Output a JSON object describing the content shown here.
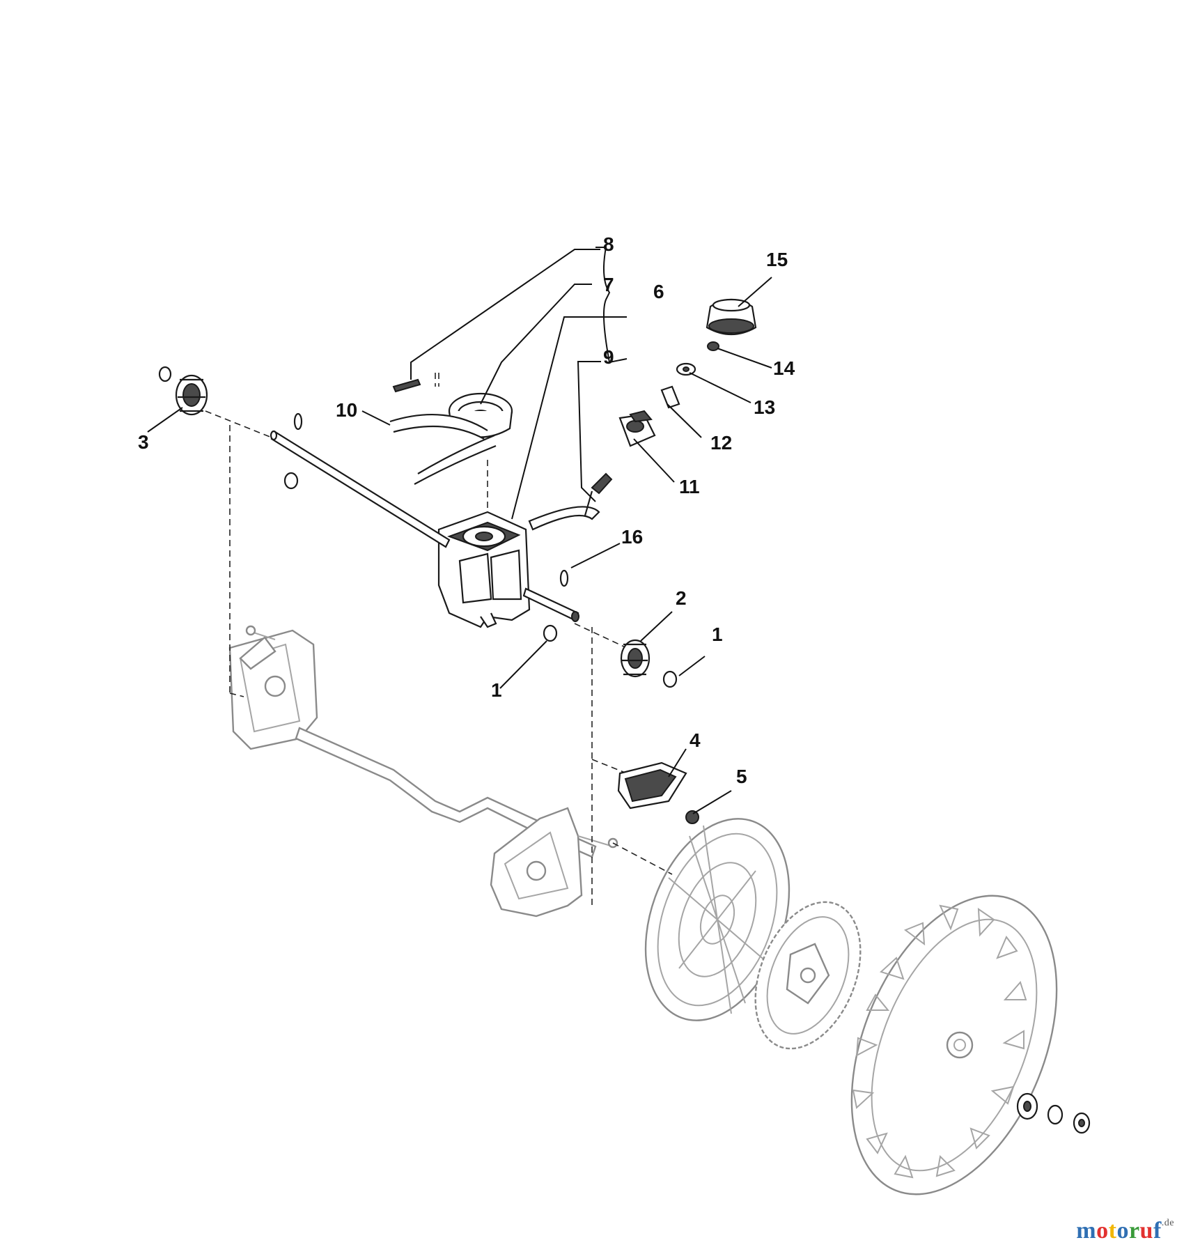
{
  "callouts": [
    {
      "id": "c1a",
      "label": "1"
    },
    {
      "id": "c1b",
      "label": "1"
    },
    {
      "id": "c2",
      "label": "2"
    },
    {
      "id": "c3",
      "label": "3"
    },
    {
      "id": "c4",
      "label": "4"
    },
    {
      "id": "c5",
      "label": "5"
    },
    {
      "id": "c6",
      "label": "6"
    },
    {
      "id": "c7",
      "label": "7"
    },
    {
      "id": "c8",
      "label": "8"
    },
    {
      "id": "c9",
      "label": "9"
    },
    {
      "id": "c10",
      "label": "10"
    },
    {
      "id": "c11",
      "label": "11"
    },
    {
      "id": "c12",
      "label": "12"
    },
    {
      "id": "c13",
      "label": "13"
    },
    {
      "id": "c14",
      "label": "14"
    },
    {
      "id": "c15",
      "label": "15"
    },
    {
      "id": "c16",
      "label": "16"
    }
  ],
  "watermark": {
    "parts": [
      {
        "text": "m",
        "color": "#2f6fb3"
      },
      {
        "text": "o",
        "color": "#e2312f"
      },
      {
        "text": "t",
        "color": "#f2b705"
      },
      {
        "text": "o",
        "color": "#2f6fb3"
      },
      {
        "text": "r",
        "color": "#3a9b3a"
      },
      {
        "text": "u",
        "color": "#e2312f"
      },
      {
        "text": "f",
        "color": "#2f6fb3"
      }
    ],
    "suffix": ".de",
    "suffix_color": "#555555"
  }
}
